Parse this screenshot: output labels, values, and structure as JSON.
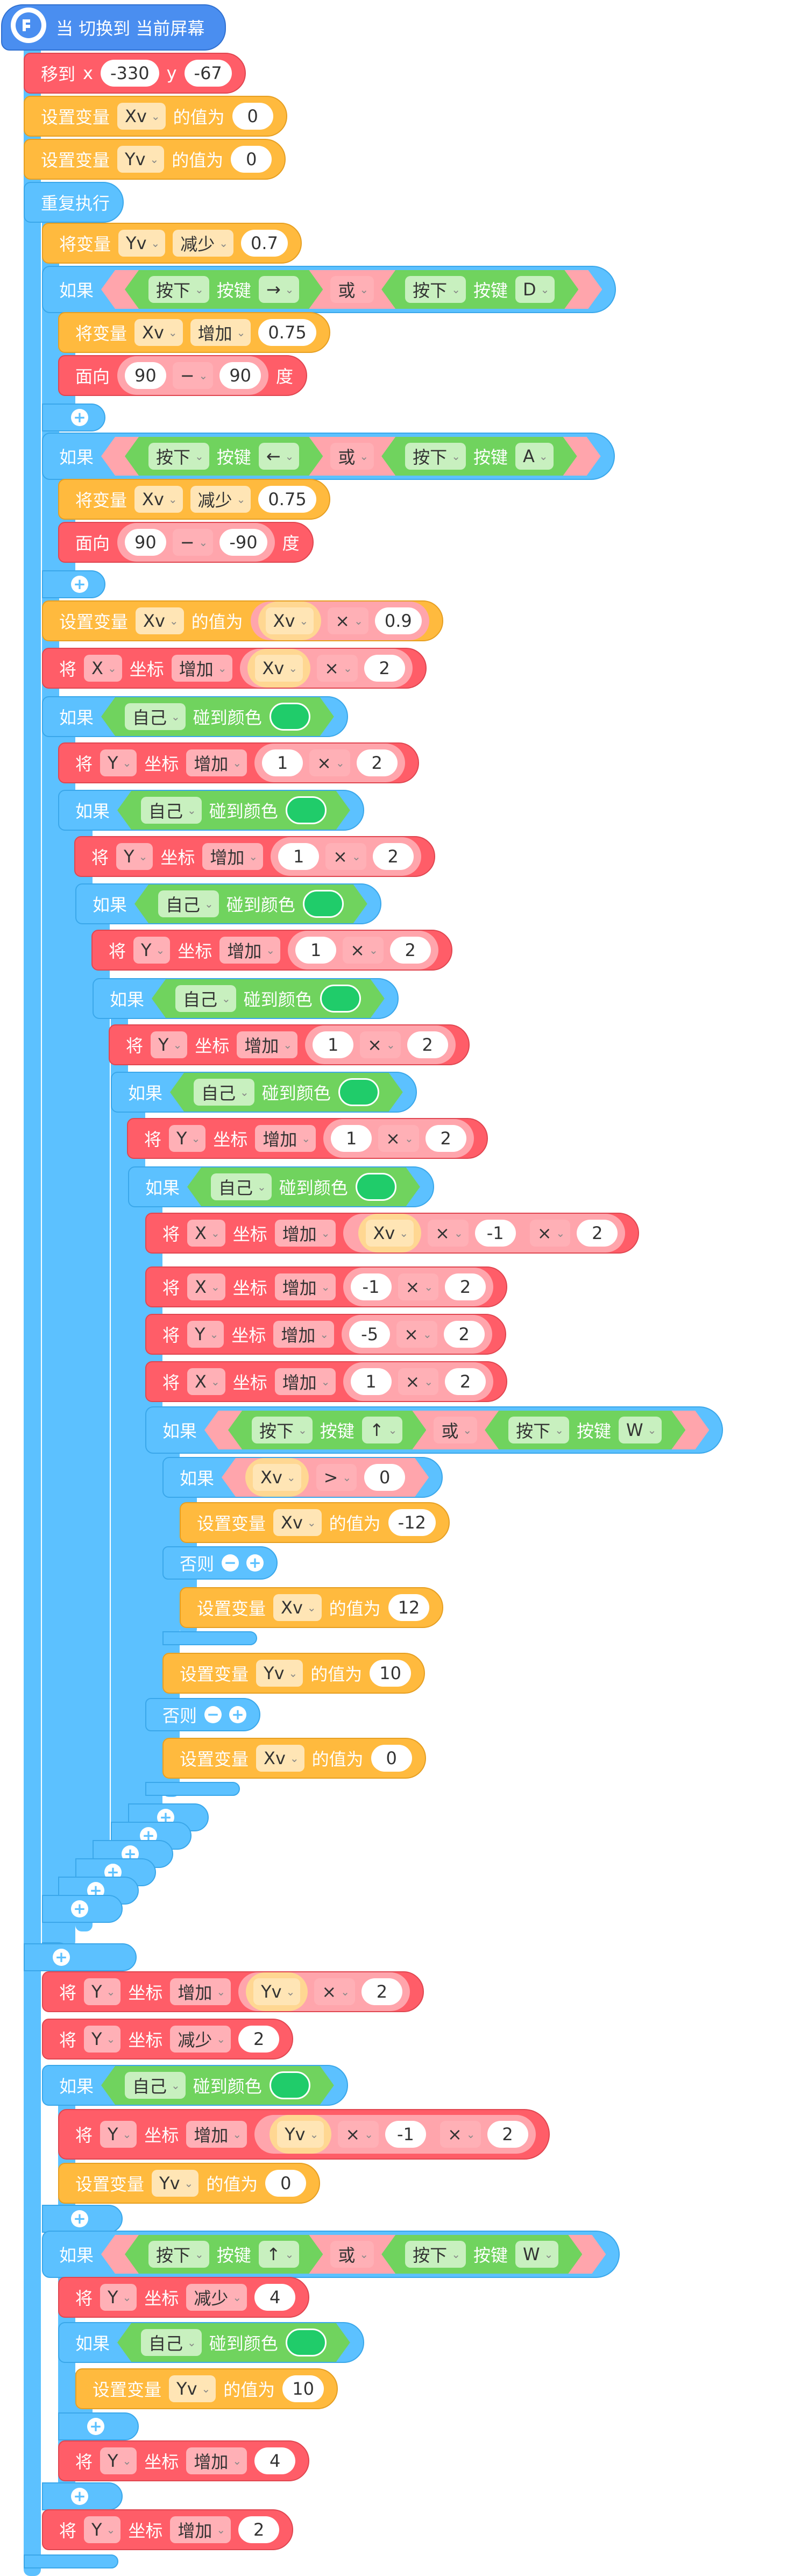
{
  "colors": {
    "control": "#5cc1ff",
    "motion": "#ff5d68",
    "data": "#ffba3e",
    "sensing": "#70d35e",
    "event": "#4a8ef0",
    "touch_color": "#20cc6a"
  },
  "hat": {
    "icon": "event-icon",
    "text": "当 切换到 当前屏幕"
  },
  "words": {
    "set_var": "设置变量",
    "value_of": "的值为",
    "change_var": "将变量",
    "if": "如果",
    "else": "否则",
    "or": "或",
    "press": "按下",
    "key": "按键",
    "face": "面向",
    "degree": "度",
    "repeat": "重复执行",
    "move_to": "移到",
    "jiang": "将",
    "coord": "坐标",
    "self": "自己",
    "touch_color": "碰到颜色",
    "inc": "增加",
    "dec": "减少",
    "x_label": "x",
    "y_label": "y"
  },
  "values": {
    "x": "-330",
    "y": "-67",
    "zero": "0",
    "v07": "0.7",
    "v075": "0.75",
    "v90": "90",
    "vm90": "-90",
    "v09": "0.9",
    "v1": "1",
    "v2": "2",
    "vm1": "-1",
    "vm5": "-5",
    "v4": "4",
    "v10": "10",
    "vm12": "-12",
    "v12": "12"
  },
  "vars": {
    "xv": "Xv",
    "yv": "Yv",
    "X": "X",
    "Y": "Y"
  },
  "keys": {
    "right": "→",
    "d": "D",
    "left": "←",
    "a": "A",
    "up": "↑",
    "w": "W"
  },
  "ops": {
    "minus": "−",
    "times": "×",
    "gt": ">"
  }
}
